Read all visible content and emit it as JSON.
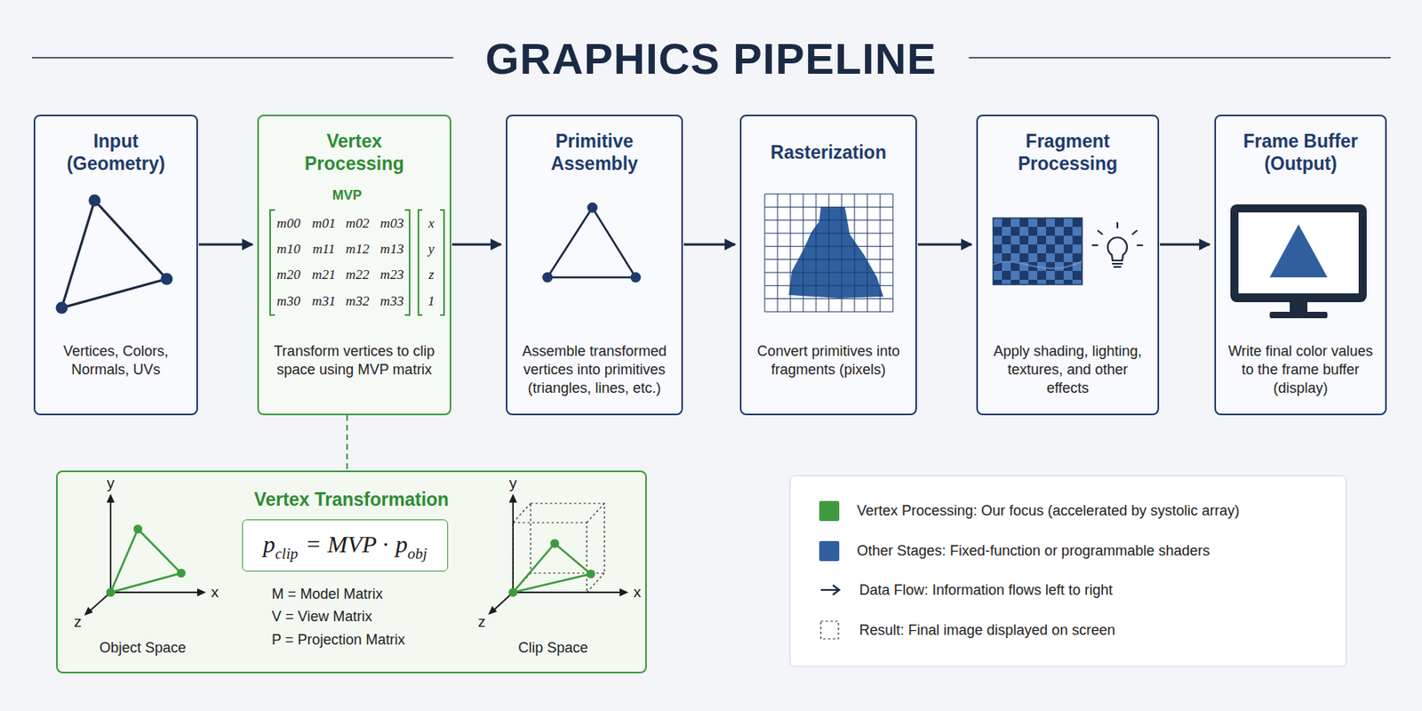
{
  "diagram": {
    "title": "GRAPHICS PIPELINE",
    "nodes": [
      {
        "text": [
          "Input (Geometry)",
          "Vertices, Colors, Normals, UVs"
        ]
      },
      {
        "text": [
          "Vertex Processing",
          "Transform vertices to clip space using MVP matrix"
        ]
      },
      {
        "text": [
          "Primitive Assembly",
          "Assemble transformed vertices into primitives (triangles, lines, etc.)"
        ]
      },
      {
        "text": [
          "Rasterization",
          "Convert primitives into fragments (pixels)"
        ]
      },
      {
        "text": [
          "Fragment Processing",
          "Apply shading, lighting, textures, and other effects"
        ]
      },
      {
        "text": [
          "Frame Buffer (Output)",
          "Write final color values to the frame buffer (display)"
        ]
      },
      {
        "text": [
          "Vertex Transformation"
        ]
      },
      {
        "text": [
          "p",
          "clip",
          "= MVP ·",
          "p",
          "obj"
        ],
        "in": 6
      }
    ],
    "edges": [
      {
        "from": 0,
        "to": 1,
        "arrow": "to"
      },
      {
        "from": 1,
        "to": 2,
        "arrow": "to"
      },
      {
        "from": 2,
        "to": 3,
        "arrow": "to"
      },
      {
        "from": 3,
        "to": 4,
        "arrow": "to"
      },
      {
        "from": 4,
        "to": 5,
        "arrow": "to"
      },
      {
        "from": 1,
        "to": 6,
        "arrow": "none"
      }
    ],
    "labels": [
      "MVP",
      "m00",
      "m01",
      "m02",
      "m03",
      "m10",
      "m11",
      "m12",
      "m13",
      "m20",
      "m21",
      "m22",
      "m23",
      "m30",
      "m31",
      "m32",
      "m33",
      "x",
      "y",
      "z",
      "1",
      "y",
      "x",
      "z",
      "M = Model Matrix",
      "V = View Matrix",
      "P = Projection Matrix",
      "Object Space",
      "y",
      "x",
      "z",
      "Clip Space"
    ],
    "legend": [
      {
        "text": "Vertex Processing: Our focus (accelerated by systolic array)",
        "color": "#3f9a3f"
      },
      {
        "text": "Other Stages: Fixed-function or programmable shaders",
        "color": "#2f5f9f"
      },
      {
        "text": "Data Flow: Information flows left to right"
      },
      {
        "text": "Result: Final image displayed on screen"
      }
    ]
  }
}
